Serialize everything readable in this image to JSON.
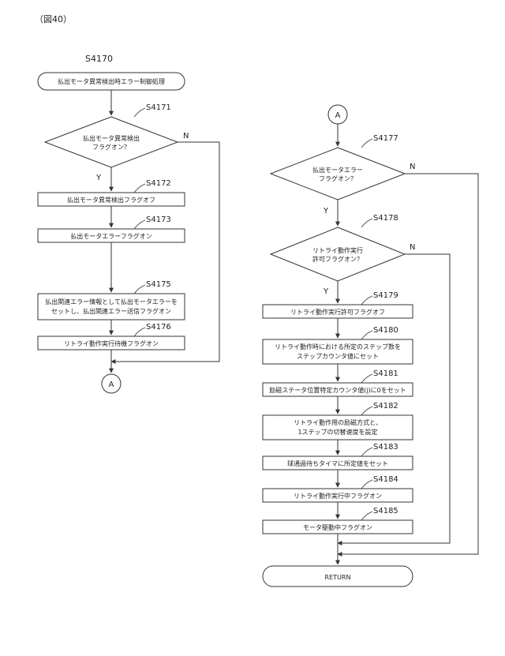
{
  "figure_label": "（図40）",
  "title_step": "S4170",
  "labels": {
    "yes": "Y",
    "no": "N",
    "connector": "A"
  },
  "left": {
    "start": "払出モータ異常検出時エラー制御処理",
    "d1": {
      "step": "S4171",
      "line1": "払出モータ異常検出",
      "line2": "フラグオン？"
    },
    "p2": {
      "step": "S4172",
      "text": "払出モータ異常検出フラグオフ"
    },
    "p3": {
      "step": "S4173",
      "text": "払出モータエラーフラグオン"
    },
    "p5": {
      "step": "S4175",
      "line1": "払出関連エラー情報として払出モータエラーを",
      "line2": "セットし、払出関連エラー送信フラグオン"
    },
    "p6": {
      "step": "S4176",
      "text": "リトライ動作実行待機フラグオン"
    }
  },
  "right": {
    "d7": {
      "step": "S4177",
      "line1": "払出モータエラー",
      "line2": "フラグオン？"
    },
    "d8": {
      "step": "S4178",
      "line1": "リトライ動作実行",
      "line2": "許可フラグオン？"
    },
    "p9": {
      "step": "S4179",
      "text": "リトライ動作実行許可フラグオフ"
    },
    "p10": {
      "step": "S4180",
      "line1": "リトライ動作時における所定のステップ数を",
      "line2": "ステップカウンタ値にセット"
    },
    "p11": {
      "step": "S4181",
      "text": "励磁ステータ位置特定カウンタ値(j)に0をセット"
    },
    "p12": {
      "step": "S4182",
      "line1": "リトライ動作用の励磁方式と、",
      "line2": "1ステップの切替速度を設定"
    },
    "p13": {
      "step": "S4183",
      "text": "球通過待ちタイマに所定値をセット"
    },
    "p14": {
      "step": "S4184",
      "text": "リトライ動作実行中フラグオン"
    },
    "p15": {
      "step": "S4185",
      "text": "モータ駆動中フラグオン"
    },
    "end": "RETURN"
  }
}
